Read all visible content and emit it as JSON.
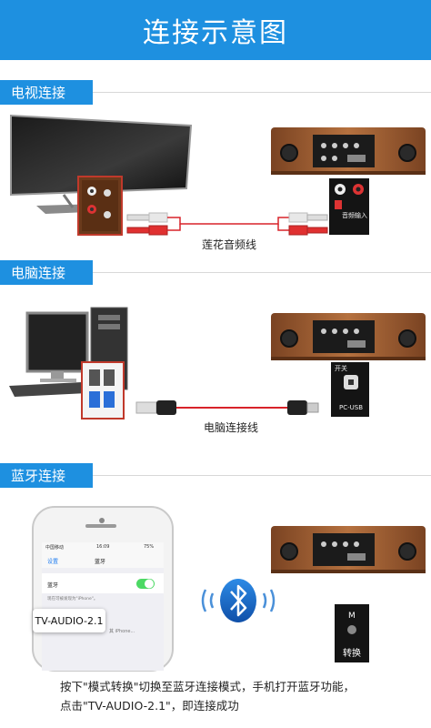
{
  "title": "连接示意图",
  "sections": [
    {
      "tag": "电视连接",
      "caption": "莲花音频线",
      "device_label": "音频输入"
    },
    {
      "tag": "电脑连接",
      "caption": "电脑连接线",
      "device_label": "PC-USB",
      "device_label2": "开关"
    },
    {
      "tag": "蓝牙连接",
      "device_label": "转换",
      "device_label2": "M"
    }
  ],
  "phone": {
    "status_carrier": "中国移动",
    "status_time": "16:09",
    "status_battery": "75%",
    "back": "设置",
    "nav_title": "蓝牙",
    "bt_row": "蓝牙",
    "bt_hint": "现在可被发现为\"iPhone\"。",
    "device_name": "TV-AUDIO-2.1",
    "other_row": "其 iPhone..."
  },
  "footer": {
    "line1": "按下\"模式转换\"切换至蓝牙连接模式，手机打开蓝牙功能，",
    "line2": "点击\"TV-AUDIO-2.1\"，即连接成功"
  },
  "colors": {
    "accent": "#1e90e0",
    "wood": "#a8653a",
    "cable_red": "#d8232a"
  }
}
